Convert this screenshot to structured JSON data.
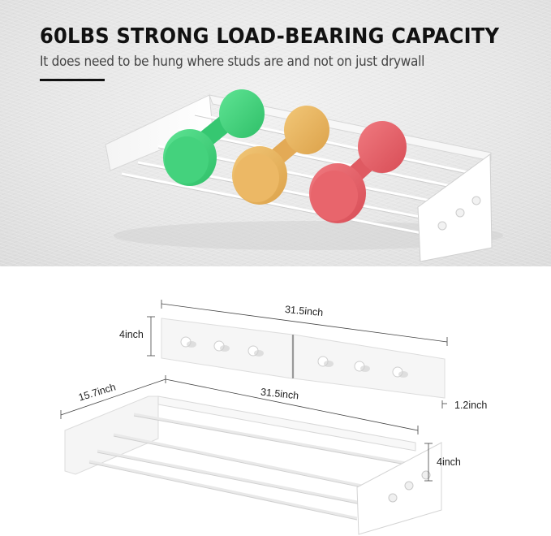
{
  "hero": {
    "headline": "60LBS STRONG LOAD-BEARING CAPACITY",
    "subheadline": "It does need to be hung where studs are and not on just drywall",
    "dumbbells": [
      {
        "color_name": "green",
        "color": "#3fd37a"
      },
      {
        "color_name": "yellow",
        "color": "#e9b45c"
      },
      {
        "color_name": "red",
        "color": "#e35f66"
      }
    ],
    "background_color": "#e6e6e6"
  },
  "dimensions": {
    "panel_length": "31.5inch",
    "panel_height": "4inch",
    "panel_thickness": "1.2inch",
    "rack_depth": "15.7inch",
    "rack_length": "31.5inch",
    "rack_height": "4inch"
  }
}
